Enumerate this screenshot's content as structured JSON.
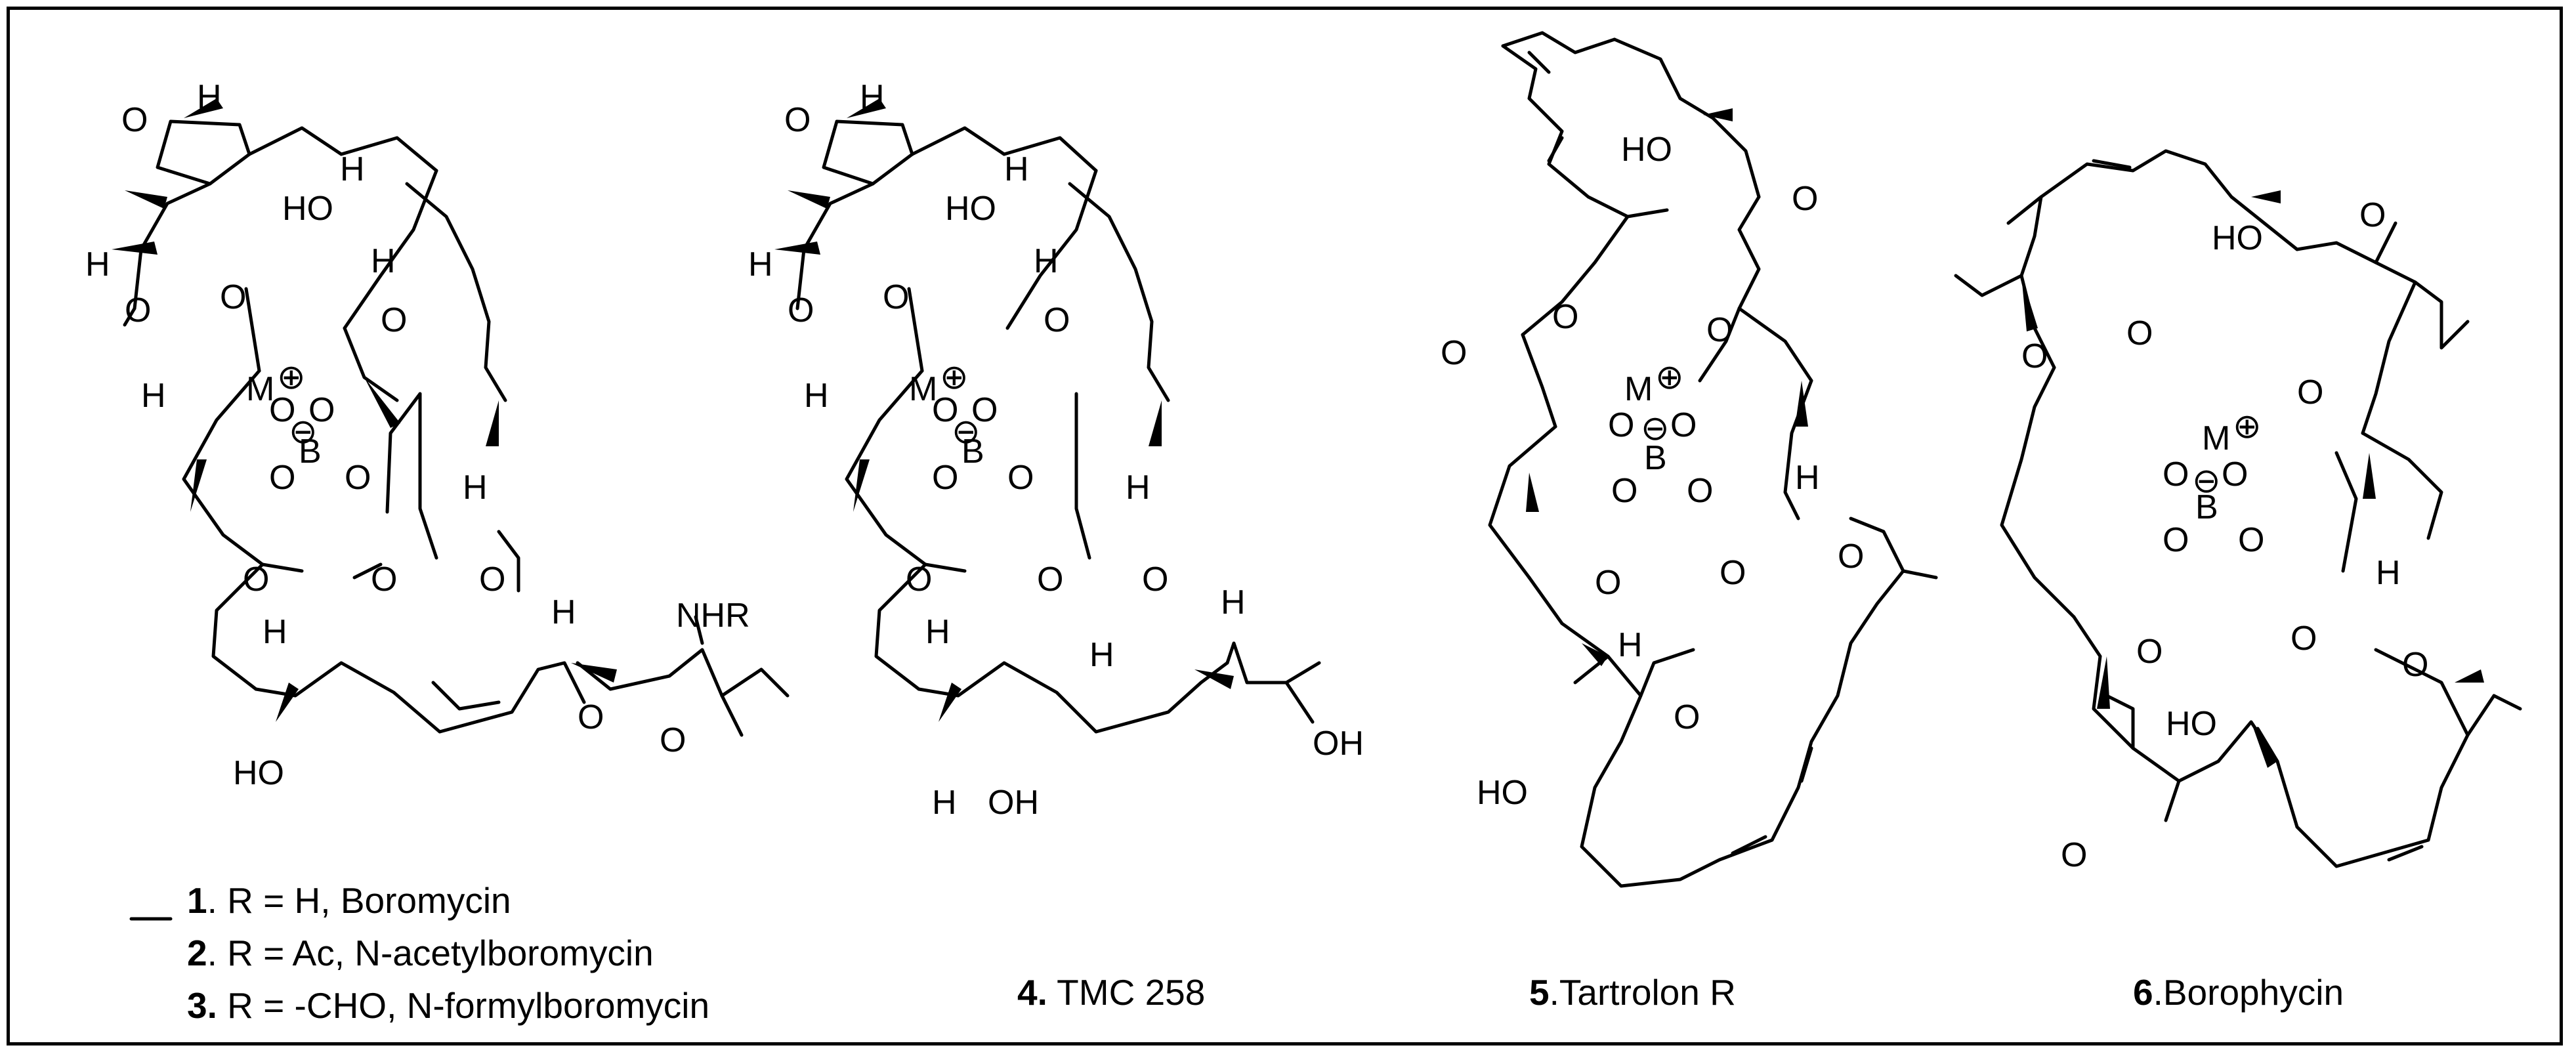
{
  "legend": {
    "line1": {
      "num": "1",
      "text": ". R = H, Boromycin"
    },
    "line2": {
      "num": "2",
      "text": ". R = Ac, N-acetylboromycin"
    },
    "line3": {
      "num": "3.",
      "text": " R = -CHO, N-formylboromycin"
    }
  },
  "captions": {
    "c4": {
      "num": "4.",
      "text": " TMC 258"
    },
    "c5": {
      "num": "5",
      "text": ".Tartrolon R"
    },
    "c6": {
      "num": "6",
      "text": ".Borophycin"
    }
  },
  "labels": {
    "H": "H",
    "HO": "HO",
    "OH": "OH",
    "O": "O",
    "B": "B",
    "M": "M",
    "plus": "⊕",
    "minus": "⊖",
    "NHR": "NHR"
  }
}
